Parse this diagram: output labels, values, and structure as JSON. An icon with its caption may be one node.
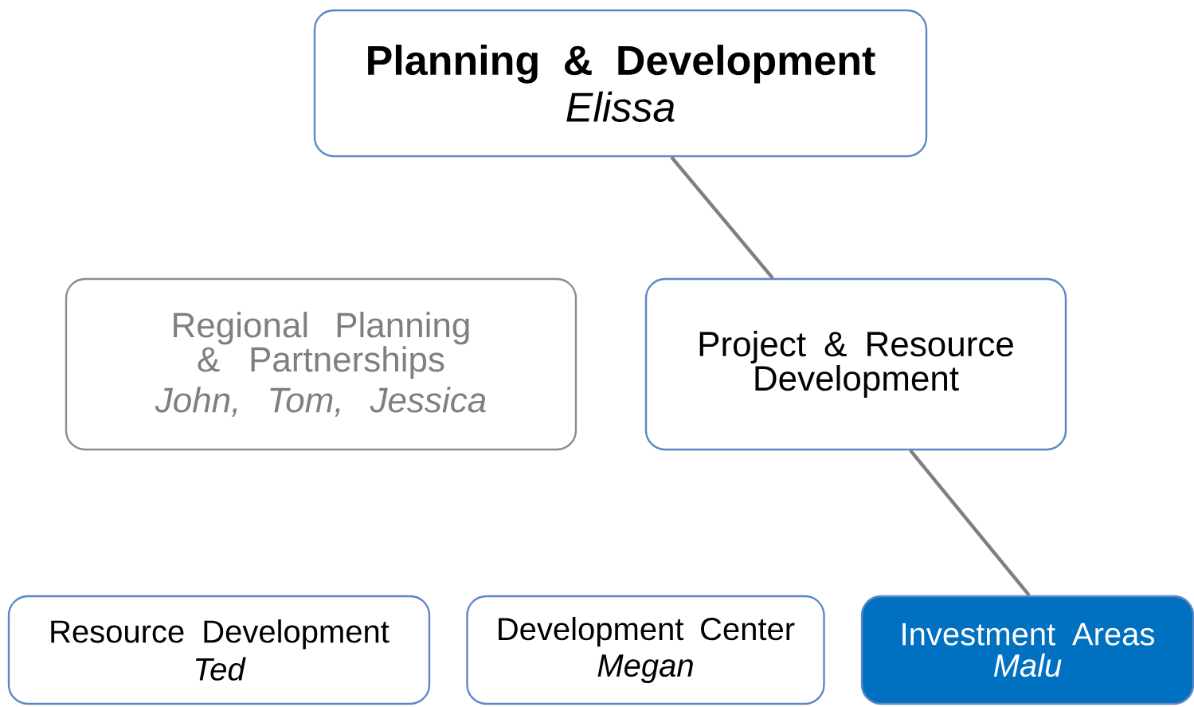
{
  "diagram": {
    "nodes": [
      {
        "text": [
          "Planning & Development",
          "Elissa"
        ]
      },
      {
        "text": [
          "Regional Planning & Partnerships",
          "John, Tom, Jessica"
        ]
      },
      {
        "text": [
          "Project & Resource Development"
        ]
      },
      {
        "text": [
          "Resource Development",
          "Ted"
        ]
      },
      {
        "text": [
          "Development Center",
          "Megan"
        ]
      },
      {
        "text": [
          "Investment Areas",
          "Malu"
        ]
      }
    ],
    "edges": [
      {
        "from": 0,
        "to": 2,
        "arrow": "none"
      },
      {
        "from": 2,
        "to": 5,
        "arrow": "none"
      }
    ]
  }
}
